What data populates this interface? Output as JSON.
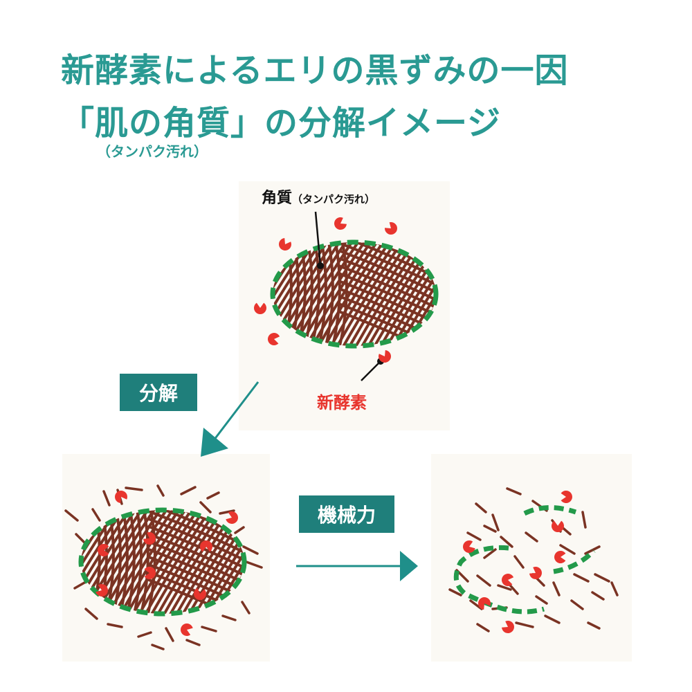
{
  "title": {
    "line1": "新酵素によるエリの黒ずみの一因",
    "line2": "「肌の角質」の分解イメージ",
    "sub": "（タンパク汚れ）"
  },
  "labels": {
    "keratin_main": "角質",
    "keratin_sub": "（タンパク汚れ）",
    "enzyme": "新酵素"
  },
  "steps": {
    "decompose": "分解",
    "mechanical": "機械力"
  },
  "colors": {
    "title": "#2a9a93",
    "tag_bg": "#1f7f7b",
    "arrow": "#1f8f8a",
    "fiber": "#7a3323",
    "membrane": "#239a4a",
    "enzyme": "#e8352e",
    "panel_bg": "#fbf9f4"
  },
  "icons": [
    "enzyme-pacman-icon",
    "arrow-down-left-icon",
    "arrow-right-icon"
  ]
}
